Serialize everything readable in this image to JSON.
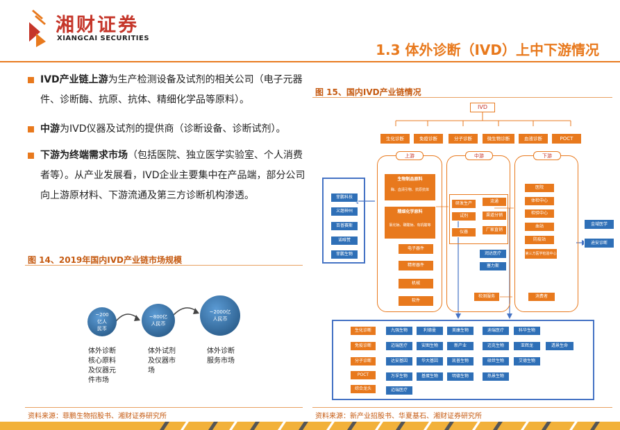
{
  "header": {
    "logo_cn": "湘财证券",
    "logo_en": "XIANGCAI SECURITIES",
    "section_title": "1.3 体外诊断（IVD）上中下游情况"
  },
  "bullets": [
    {
      "bold": "IVD产业链上游",
      "text": "为生产检测设备及试剂的相关公司（电子元器件、诊断酶、抗原、抗体、精细化学品等原料）。"
    },
    {
      "bold": "中游",
      "text": "为IVD仪器及试剂的提供商（诊断设备、诊断试剂）。"
    },
    {
      "bold": "下游为终端需求市场",
      "text": "（包括医院、独立医学实验室、个人消费者等）。从产业发展看，IVD企业主要集中在产品端，部分公司向上游原材料、下游流通及第三方诊断机构渗透。"
    }
  ],
  "figure14": {
    "title": "图 14、2019年国内IVD产业链市场规模",
    "circles": [
      {
        "text": "~200\n亿人\n民币",
        "caption": "体外诊断\n核心原料\n及仪器元\n件市场"
      },
      {
        "text": "~800亿\n人民币",
        "caption": "体外试剂\n及仪器市\n场"
      },
      {
        "text": "~2000亿\n人民币",
        "caption": "体外诊断\n服务市场"
      }
    ],
    "source": "资料来源：菲鹏生物招股书、湘财证券研究所"
  },
  "figure15": {
    "title": "图 15、国内IVD产业链情况",
    "top": "IVD",
    "categories": [
      "生化诊断",
      "免疫诊断",
      "分子诊断",
      "微生物诊断",
      "血液诊断",
      "POCT"
    ],
    "stage_labels": {
      "up": "上游",
      "mid": "中游",
      "down": "下游"
    },
    "upstream": {
      "bio_title": "生物制品原料",
      "bio_items": "酶、血清引物、抗原抗体",
      "chem_title": "精细化学原料",
      "chem_items": "氯化钠、碳酸钠、有机酸等",
      "others": [
        "电子器件",
        "精密器件",
        "机械",
        "软件"
      ]
    },
    "upstream_companies": [
      "菲鹏科技",
      "义翘神州",
      "百普赛斯",
      "诺唯赞",
      "菲鹏生物"
    ],
    "midstream": {
      "left": [
        "研发生产",
        "试剂",
        "仪器"
      ],
      "right": [
        "流通",
        "渠道分销",
        "厂家直销"
      ],
      "below": [
        "润达医疗",
        "塞力斯"
      ]
    },
    "downstream": [
      "医院",
      "体检中心",
      "检验中心",
      "血站",
      "防疫站",
      "第三方医学检验中心"
    ],
    "downstream_right": [
      "金域医学",
      "迪安诊断"
    ],
    "bottom_links": [
      "检测服务",
      "消费者"
    ],
    "bottom_rows": [
      {
        "label": "生化诊断",
        "companies": [
          "九强生物",
          "利德曼",
          "美康生物",
          "迪瑞医疗",
          "科华生物"
        ]
      },
      {
        "label": "免疫诊断",
        "companies": [
          "迈瑞医疗",
          "安图生物",
          "新产业",
          "迈克生物",
          "亚辉龙",
          "透景生命"
        ]
      },
      {
        "label": "分子诊断",
        "companies": [
          "达安基因",
          "华大基因",
          "凯普生物",
          "硕世生物",
          "艾德生物"
        ]
      },
      {
        "label": "POCT",
        "companies": [
          "万孚生物",
          "基蛋生物",
          "明德生物",
          "热景生物"
        ]
      },
      {
        "label": "综合龙头",
        "companies": [
          "迈瑞医疗"
        ]
      }
    ],
    "source": "资料来源：新产业招股书、华夏基石、湘财证券研究所"
  },
  "colors": {
    "accent": "#e8791d",
    "red": "#c5362a",
    "blue": "#2e6fb7"
  }
}
